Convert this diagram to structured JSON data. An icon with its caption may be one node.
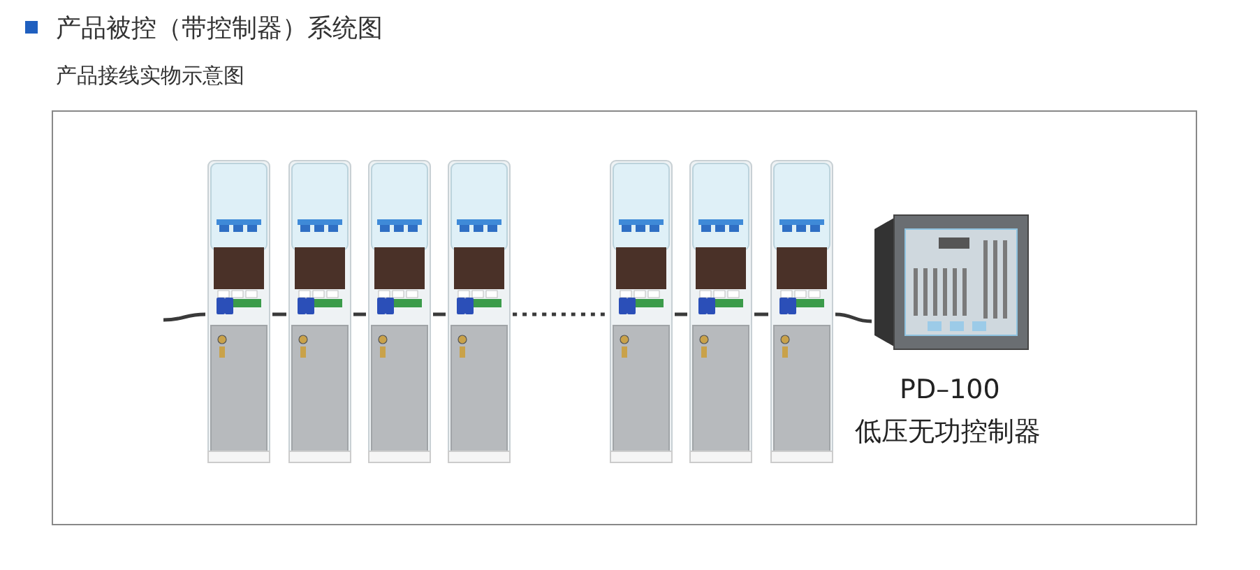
{
  "diagram": {
    "title": "产品被控（带控制器）系统图",
    "nodes": [
      {
        "text": [],
        "shape": "picture"
      },
      {
        "text": [],
        "shape": "picture"
      },
      {
        "text": [],
        "shape": "picture"
      },
      {
        "text": [],
        "shape": "picture"
      },
      {
        "text": [],
        "shape": "picture"
      },
      {
        "text": [],
        "shape": "picture"
      },
      {
        "text": [],
        "shape": "picture"
      },
      {
        "text": [],
        "shape": "picture",
        "beside": [
          "PD–100",
          "低压无功控制器"
        ]
      }
    ],
    "edges": [
      {
        "from": null,
        "to": 0,
        "arrow": "none"
      },
      {
        "from": 0,
        "to": 1,
        "arrow": "none"
      },
      {
        "from": 1,
        "to": 2,
        "arrow": "none"
      },
      {
        "from": 2,
        "to": 3,
        "arrow": "none"
      },
      {
        "from": 3,
        "to": 4,
        "arrow": "none",
        "style": "dashed"
      },
      {
        "from": 4,
        "to": 5,
        "arrow": "none"
      },
      {
        "from": 5,
        "to": 6,
        "arrow": "none"
      },
      {
        "from": 6,
        "to": 7,
        "arrow": "none"
      }
    ],
    "labels": [
      "产品接线实物示意图"
    ]
  }
}
